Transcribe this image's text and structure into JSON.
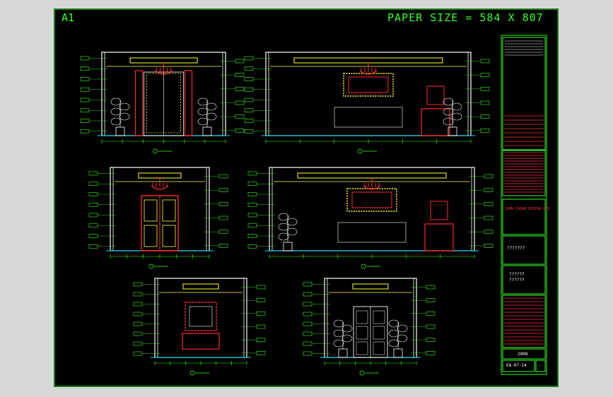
{
  "sheet": {
    "label": "A1",
    "paper_size": "PAPER SIZE = 584 X 807"
  },
  "title_block": {
    "sheet_code": "EA-07-14",
    "scale_code": "2008",
    "mark": "-",
    "company": "JOHN CHIAN DESIGN LTD",
    "q1": "???????",
    "q2": "??????",
    "q3": "??????"
  },
  "colors": {
    "frame": "#35ff2a",
    "wall": "#ffffff",
    "accent_yellow": "#ffff33",
    "accent_red": "#ff2a2a",
    "dimension": "#39ff14",
    "cyan": "#00e5ff"
  },
  "elevations": [
    {
      "id": "e1",
      "features": [
        "curtain-door",
        "chandelier",
        "plant-left",
        "plant-right"
      ]
    },
    {
      "id": "e2",
      "features": [
        "framed-panel",
        "chandelier",
        "side-table",
        "plant-right"
      ]
    },
    {
      "id": "e3",
      "features": [
        "wardrobe",
        "chandelier"
      ]
    },
    {
      "id": "e4",
      "features": [
        "framed-panel",
        "side-table",
        "plant-left",
        "chandelier"
      ]
    },
    {
      "id": "e5",
      "features": [
        "mirror-console"
      ]
    },
    {
      "id": "e6",
      "features": [
        "double-door",
        "plant-left",
        "plant-right"
      ]
    }
  ]
}
